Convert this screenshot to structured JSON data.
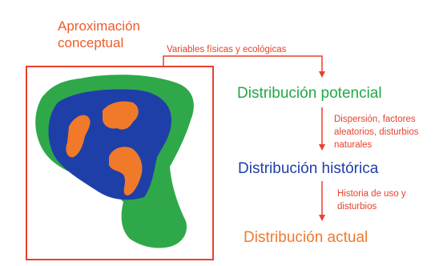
{
  "title": "Aproximación conceptual",
  "stages": {
    "potential": "Distribución potencial",
    "historical": "Distribución histórica",
    "actual": "Distribución actual"
  },
  "edges": {
    "to_potential": "Variables físicas y ecológicas",
    "to_historical": "Dispersión, factores aleatorios, disturbios naturales",
    "to_actual": "Historia de uso y disturbios"
  },
  "colors": {
    "arrows": "#e8412c",
    "potential": "#22a846",
    "historical": "#1f3fa8",
    "actual": "#f07a2a"
  }
}
